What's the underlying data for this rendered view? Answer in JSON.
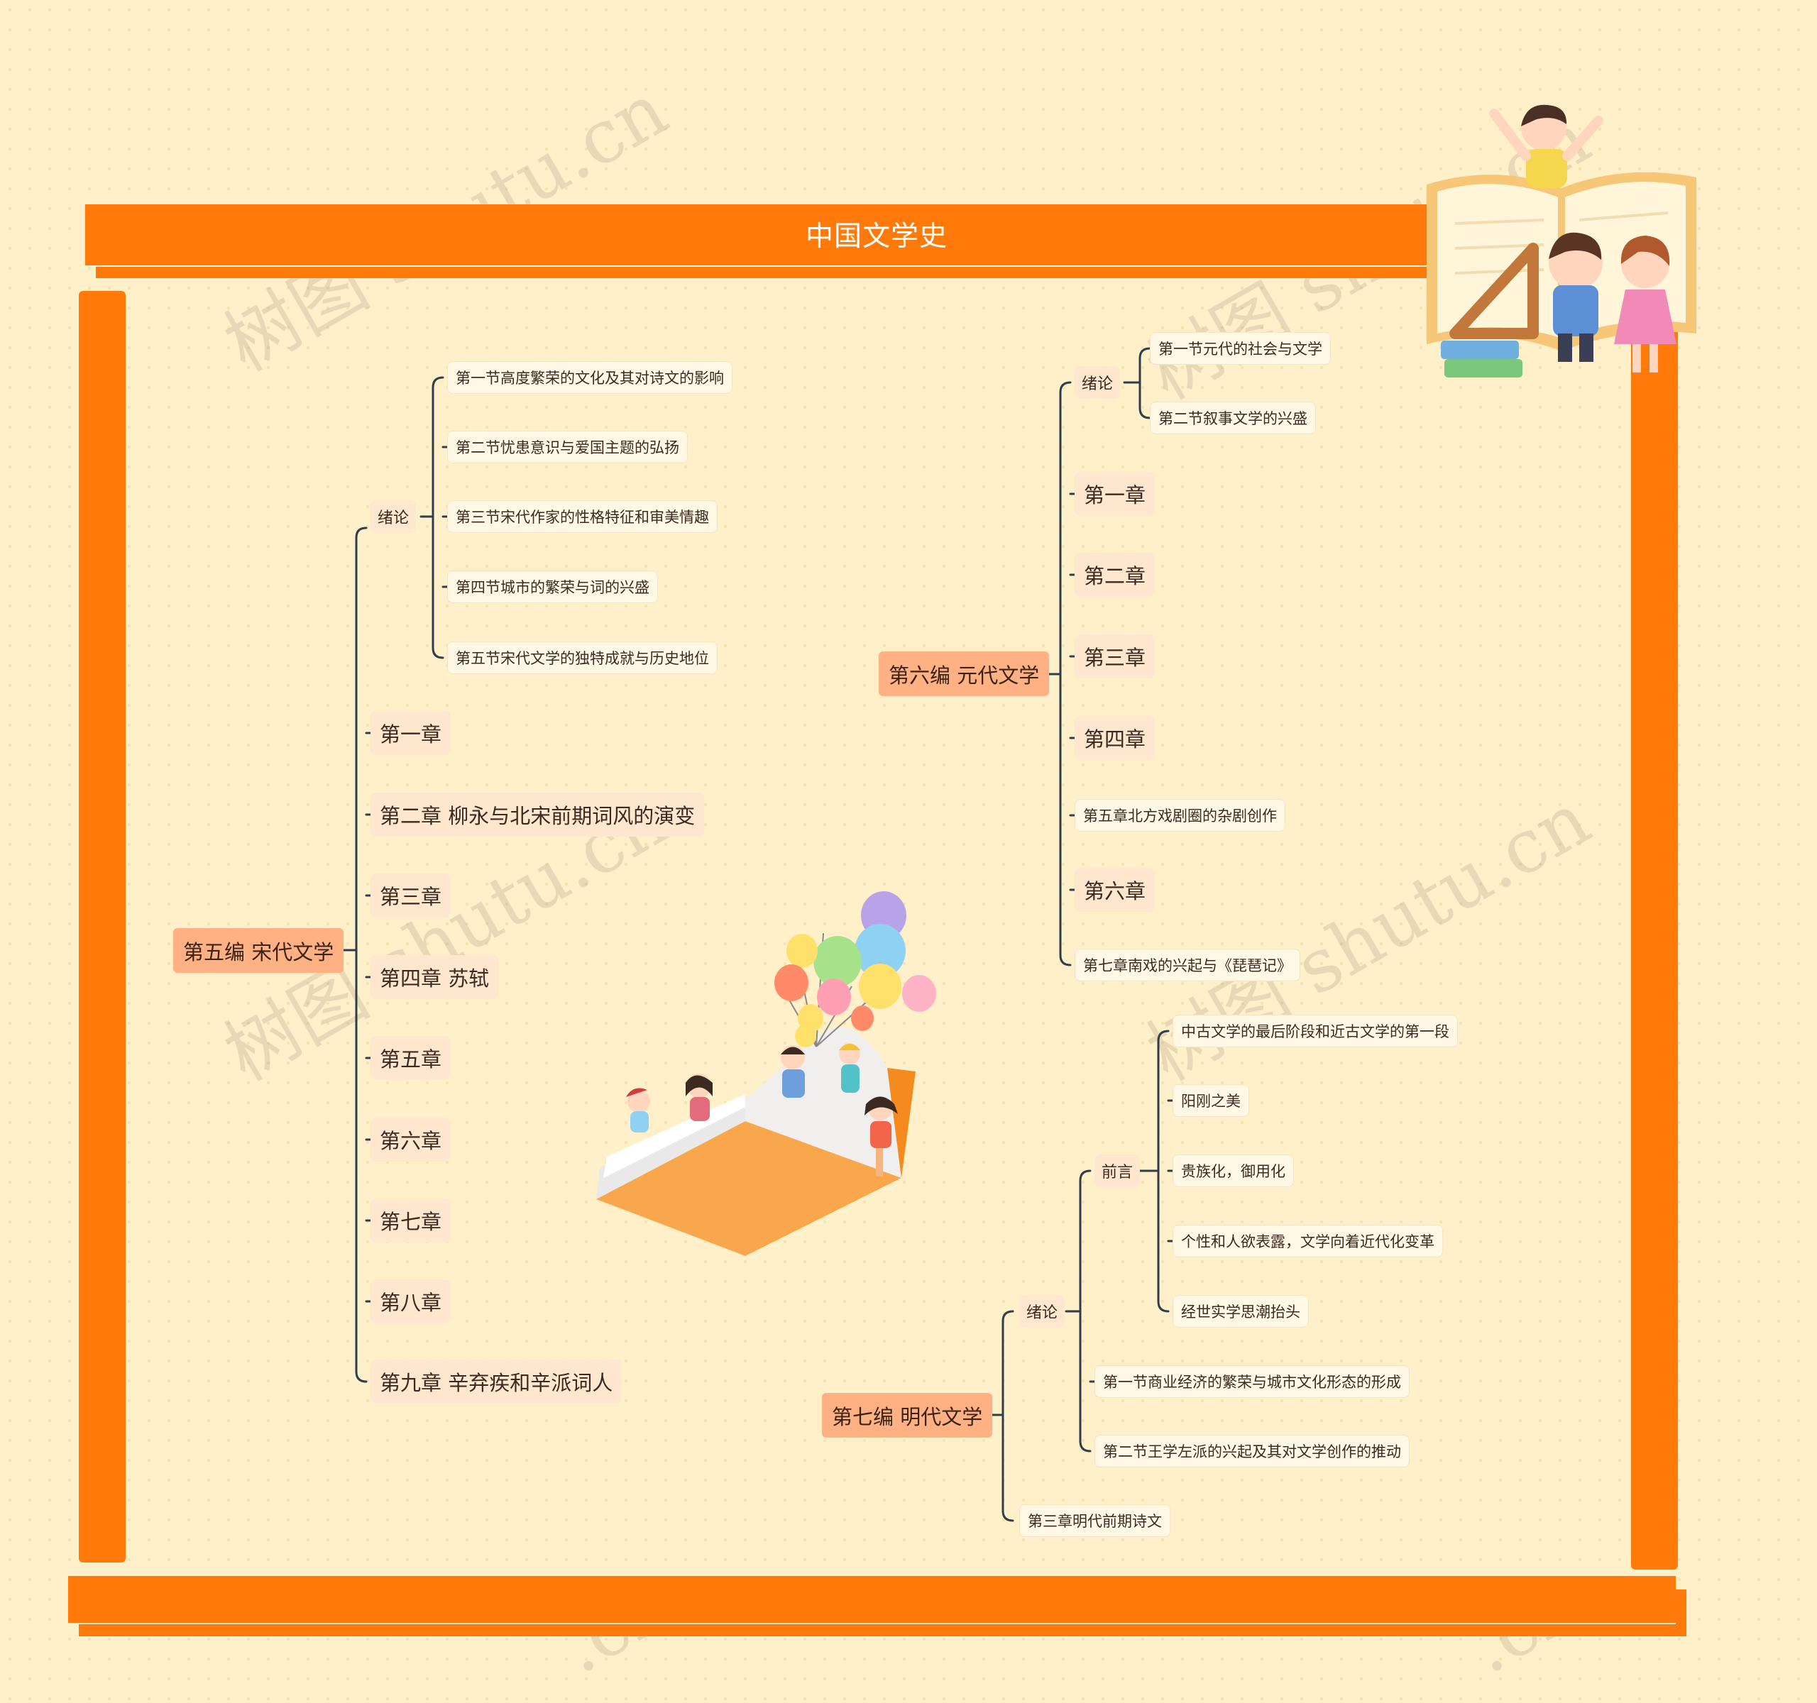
{
  "title": "中国文学史",
  "watermark": "树图 shutu.cn",
  "watermark_partial": ".cn",
  "colors": {
    "frame": "#ff7a0a",
    "root_node": "#ffb183",
    "branch_node": "#ffe6cf",
    "line": "#2f3e4d",
    "background": "#fff0c9"
  },
  "mindmap": {
    "song": {
      "label": "第五编 宋代文学",
      "intro": {
        "label": "绪论",
        "items": [
          "第一节高度繁荣的文化及其对诗文的影响",
          "第二节忧患意识与爱国主题的弘扬",
          "第三节宋代作家的性格特征和审美情趣",
          "第四节城市的繁荣与词的兴盛",
          "第五节宋代文学的独特成就与历史地位"
        ]
      },
      "chapters": [
        "第一章",
        "第二章 柳永与北宋前期词风的演变",
        "第三章",
        "第四章 苏轼",
        "第五章",
        "第六章",
        "第七章",
        "第八章",
        "第九章 辛弃疾和辛派词人"
      ]
    },
    "yuan": {
      "label": "第六编 元代文学",
      "intro": {
        "label": "绪论",
        "items": [
          "第一节元代的社会与文学",
          "第二节叙事文学的兴盛"
        ]
      },
      "chapters": [
        "第一章",
        "第二章",
        "第三章",
        "第四章",
        "第五章北方戏剧圈的杂剧创作",
        "第六章",
        "第七章南戏的兴起与《琵琶记》"
      ]
    },
    "ming": {
      "label": "第七编 明代文学",
      "intro": {
        "label": "绪论",
        "preface": {
          "label": "前言",
          "items": [
            "中古文学的最后阶段和近古文学的第一段",
            "阳刚之美",
            "贵族化，御用化",
            "个性和人欲表露，文学向着近代化变革",
            "经世实学思潮抬头"
          ]
        },
        "sections": [
          "第一节商业经济的繁荣与城市文化形态的形成",
          "第二节王学左派的兴起及其对文学创作的推动"
        ]
      },
      "chapters": [
        "第三章明代前期诗文"
      ]
    }
  },
  "illustrations": [
    "kids-reading-book-illustration",
    "balloon-book-illustration"
  ]
}
